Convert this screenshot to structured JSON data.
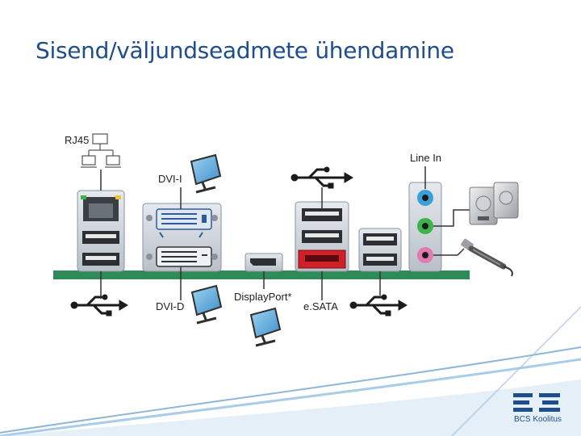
{
  "slide": {
    "title": "Sisend/väljundseadmete ühendamine"
  },
  "diagram": {
    "labels": {
      "rj45": "RJ45",
      "dvi_i": "DVI-I",
      "line_in": "Line In",
      "dvi_d": "DVI-D",
      "displayport": "DisplayPort*",
      "esata": "e.SATA"
    },
    "colors": {
      "board": "#2e8b57",
      "esata_port": "#d0202a",
      "audio_blue": "#3aa0d8",
      "audio_green": "#3cb44b",
      "audio_pink": "#e07ab0",
      "connector_frame": "#c8ced6"
    }
  },
  "logo": {
    "text": "BCS Koolitus",
    "color": "#1f4e8c"
  }
}
